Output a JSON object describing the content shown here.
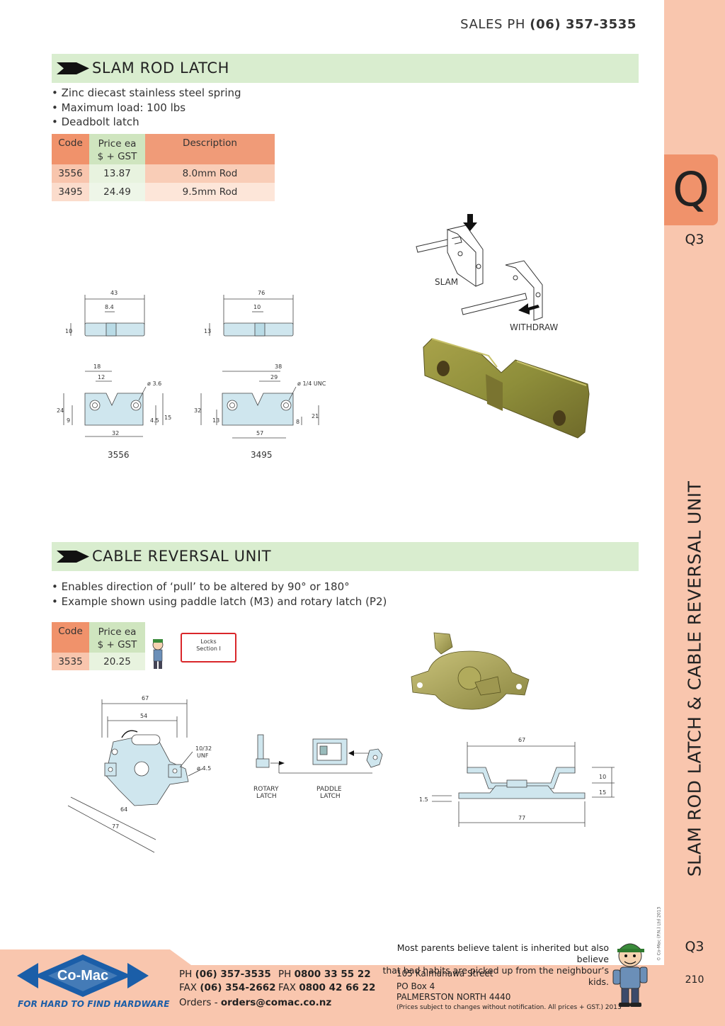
{
  "header": {
    "sales_label": "SALES  PH",
    "sales_phone": "(06) 357-3535"
  },
  "side": {
    "section_letter": "Q",
    "section_code": "Q3",
    "vertical_title": "SLAM ROD LATCH & CABLE REVERSAL UNIT",
    "copyright": "© Co-Mac (P.N.) Ltd 2013",
    "page_code": "Q3",
    "page_number": "210"
  },
  "slam": {
    "title": "SLAM ROD LATCH",
    "bullets": [
      "• Zinc diecast stainless steel spring",
      "• Maximum load: 100 lbs",
      "• Deadbolt latch"
    ],
    "table": {
      "headers": {
        "code": "Code",
        "price_line1": "Price ea",
        "price_line2": "$ + GST",
        "description": "Description"
      },
      "rows": [
        {
          "code": "3556",
          "price": "13.87",
          "description": "8.0mm Rod"
        },
        {
          "code": "3495",
          "price": "24.49",
          "description": "9.5mm Rod"
        }
      ]
    },
    "diagram": {
      "slam_label": "SLAM",
      "withdraw_label": "WITHDRAW",
      "d3556": {
        "w": "43",
        "inner": "8.4",
        "h": "10",
        "top1": "18",
        "top2": "12",
        "hole": "ø 3.6",
        "height": "24",
        "left": "9",
        "r1": "4.5",
        "r2": "15",
        "bottom": "32",
        "caption": "3556"
      },
      "d3495": {
        "w": "76",
        "inner": "10",
        "h": "13",
        "top1": "38",
        "top2": "29",
        "hole": "ø 1/4 UNC",
        "height": "32",
        "left": "13",
        "r1": "8",
        "r2": "21",
        "bottom": "57",
        "caption": "3495"
      }
    }
  },
  "cable": {
    "title": "CABLE REVERSAL UNIT",
    "bullets": [
      "• Enables direction of ‘pull’ to be  altered by 90° or 180°",
      "• Example shown using paddle latch (M3) and rotary latch (P2)"
    ],
    "table": {
      "headers": {
        "code": "Code",
        "price_line1": "Price ea",
        "price_line2": "$ + GST"
      },
      "rows": [
        {
          "code": "3535",
          "price": "20.25"
        }
      ]
    },
    "locks_line1": "Locks",
    "locks_line2": "Section I",
    "diagram": {
      "d67": "67",
      "d54": "54",
      "thread": "10/32",
      "thread2": "UNF",
      "hole": "ø 4.5",
      "d64": "64",
      "d77": "77",
      "rotary1": "ROTARY",
      "rotary2": "LATCH",
      "paddle1": "PADDLE",
      "paddle2": "LATCH",
      "side_top": "67",
      "side_bottom": "77",
      "side_t": "1.5",
      "side_h1": "10",
      "side_h2": "15"
    }
  },
  "footer": {
    "quote_line1": "Most parents believe talent is inherited but also believe",
    "quote_line2": "that bad habits are picked up from the neighbour’s kids.",
    "brand": "Co-Mac",
    "tagline": "FOR HARD TO FIND HARDWARE",
    "ph_label": "PH",
    "ph": "(06) 357-3535",
    "fax_label": "FAX",
    "fax": "(06) 354-2662",
    "ph2_label": "PH",
    "ph2": "0800 33 55 22",
    "fax2_label": "FAX",
    "fax2": "0800 42 66 22",
    "orders_label": "Orders - ",
    "orders": "orders@comac.co.nz",
    "addr1": "105 Kaimanawa Street",
    "addr2": "PO Box 4",
    "addr3": "PALMERSTON NORTH 4440",
    "note": "(Prices subject to changes without notification.  All prices + GST.)  2013"
  },
  "colors": {
    "salmon": "#f0926b",
    "light_salmon": "#f9c6ae",
    "green_bar": "#d9edcf",
    "brand_blue": "#1b5ea8",
    "red": "#d9262a"
  },
  "icons": [
    "arrow-right-icon",
    "cartoon-mascot-icon",
    "locks-book-icon",
    "comac-logo-icon"
  ]
}
